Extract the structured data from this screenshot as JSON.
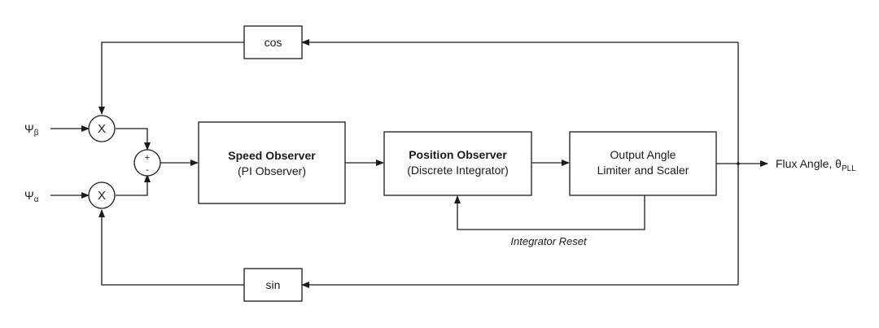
{
  "blocks": {
    "cos": "cos",
    "sin": "sin",
    "speed_observer": {
      "title": "Speed Observer",
      "subtitle": "(PI Observer)"
    },
    "position_observer": {
      "title": "Position Observer",
      "subtitle": "(Discrete Integrator)"
    },
    "output_limiter": {
      "line1": "Output Angle",
      "line2": "Limiter and Scaler"
    }
  },
  "operators": {
    "multiply_top": "X",
    "multiply_bottom": "X",
    "sum_plus": "+",
    "sum_minus": "-"
  },
  "signals": {
    "psi_beta": {
      "symbol": "Ψ",
      "subscript": "β"
    },
    "psi_alpha": {
      "symbol": "Ψ",
      "subscript": "α"
    },
    "output": {
      "text": "Flux Angle, θ",
      "subscript": "PLL"
    }
  },
  "annotations": {
    "integrator_reset": "Integrator Reset"
  }
}
